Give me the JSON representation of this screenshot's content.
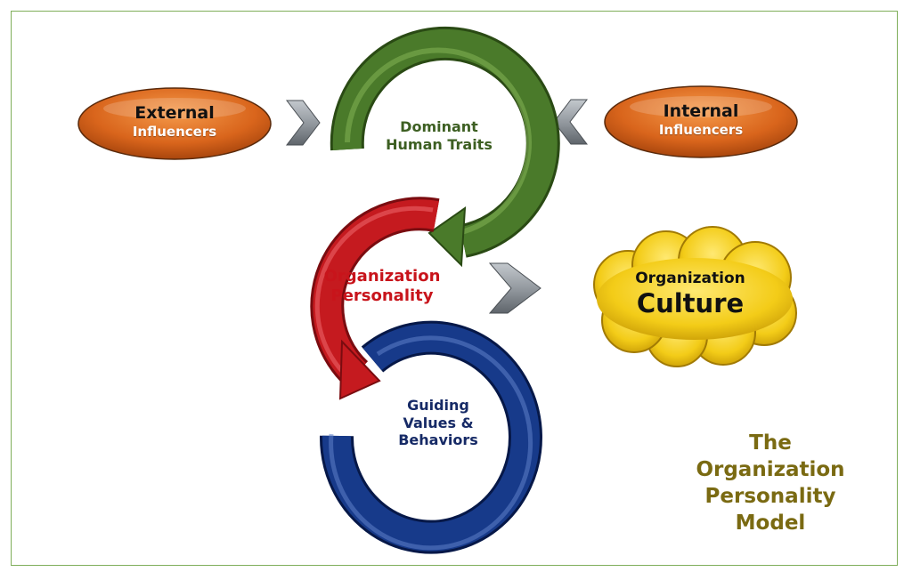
{
  "external": {
    "line1": "External",
    "line2": "Influencers"
  },
  "internal": {
    "line1": "Internal",
    "line2": "Influencers"
  },
  "dominant": {
    "line1": "Dominant",
    "line2": "Human Traits"
  },
  "personality": {
    "line1": "Organization",
    "line2": "Personality"
  },
  "guiding": {
    "line1": "Guiding",
    "line2": "Values &",
    "line3": "Behaviors"
  },
  "culture": {
    "line1": "Organization",
    "line2": "Culture"
  },
  "model": {
    "line1": "The",
    "line2": "Organization",
    "line3": "Personality",
    "line4": "Model"
  },
  "colors": {
    "pill_orange": "#d9651c",
    "green_arc": "#3f6a22",
    "red_arc": "#c51a1f",
    "blue_ring": "#0f2a6e",
    "cloud_yellow": "#f3cc18",
    "chevron_gray": "#8f959b",
    "title_olive": "#7a6a12",
    "frame_green": "#7fae5a"
  }
}
